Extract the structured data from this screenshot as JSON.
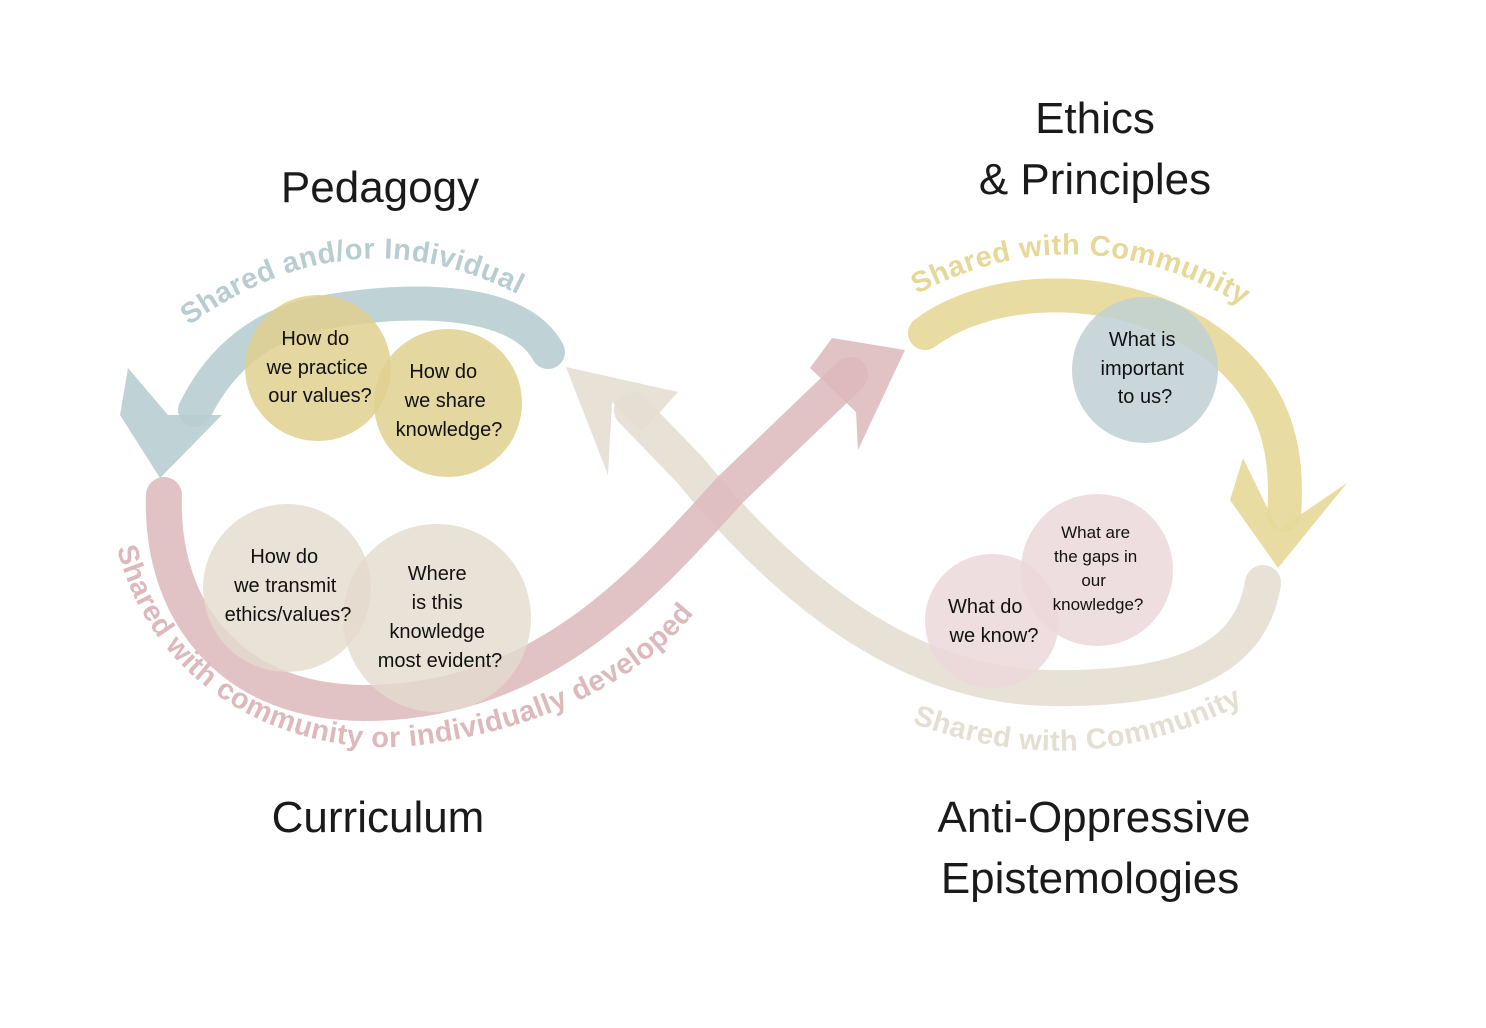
{
  "headings": {
    "pedagogy": "Pedagogy",
    "ethics_line1": "Ethics",
    "ethics_line2": "& Principles",
    "curriculum": "Curriculum",
    "anti_line1": "Anti-Oppressive",
    "anti_line2": "Epistemologies"
  },
  "arc_labels": {
    "pedagogy": "Shared and/or Individual",
    "ethics": "Shared with Community",
    "curriculum": "Shared with community or individually developed",
    "anti": "Shared with Community"
  },
  "circles": {
    "practice_values": [
      "How do",
      "we practice",
      "our values?"
    ],
    "share_knowledge": [
      "How do",
      "we share",
      "knowledge?"
    ],
    "transmit_ethics": [
      "How do",
      "we transmit",
      "ethics/values?"
    ],
    "knowledge_evident": [
      "Where",
      "is this",
      "knowledge",
      "most evident?"
    ],
    "important": [
      "What is",
      "important",
      "to us?"
    ],
    "what_know": [
      "What do",
      "we know?"
    ],
    "gaps": [
      "What are",
      "the gaps in",
      "our",
      "knowledge?"
    ]
  },
  "colors": {
    "blue": "#b8cdd1",
    "gold": "#e6d898",
    "rose": "#ddb9bb",
    "beige": "#e5ded2",
    "circle_gold": "#e0d08f",
    "circle_beige": "#e3dbcd",
    "circle_rose": "#ecd8da",
    "circle_blue": "#bfd0d4"
  }
}
